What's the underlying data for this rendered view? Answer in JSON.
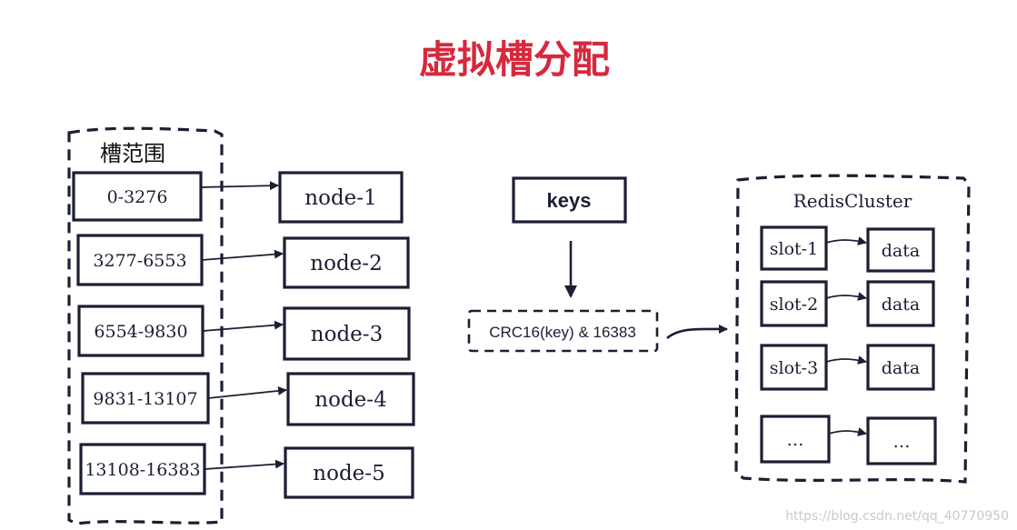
{
  "title": "虚拟槽分配",
  "slot_range": {
    "heading": "槽范围",
    "rows": [
      {
        "range": "0-3276",
        "node": "node-1"
      },
      {
        "range": "3277-6553",
        "node": "node-2"
      },
      {
        "range": "6554-9830",
        "node": "node-3"
      },
      {
        "range": "9831-13107",
        "node": "node-4"
      },
      {
        "range": "13108-16383",
        "node": "node-5"
      }
    ]
  },
  "keys_label": "keys",
  "hash_label": "CRC16(key) & 16383",
  "cluster": {
    "heading": "RedisCluster",
    "rows": [
      {
        "slot": "slot-1",
        "data": "data"
      },
      {
        "slot": "slot-2",
        "data": "data"
      },
      {
        "slot": "slot-3",
        "data": "data"
      },
      {
        "slot": "…",
        "data": "…"
      }
    ]
  },
  "watermark": "https://blog.csdn.net/qq_40770950"
}
